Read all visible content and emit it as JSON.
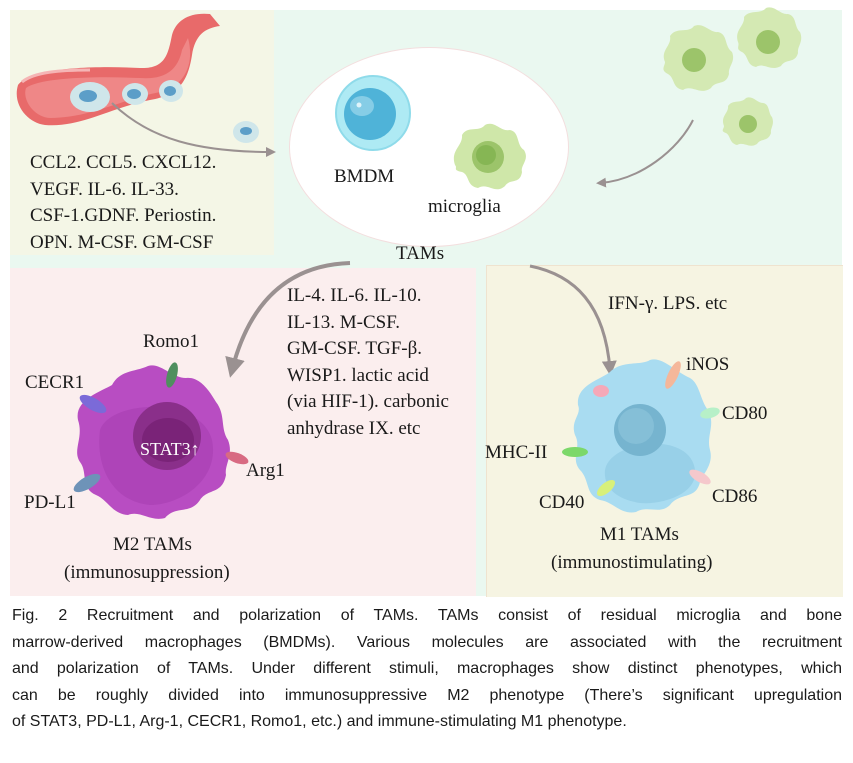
{
  "figure": {
    "recruitment_factors": [
      "CCL2. CCL5. CXCL12.",
      "VEGF. IL-6. IL-33.",
      "CSF-1.GDNF. Periostin.",
      "OPN. M-CSF. GM-CSF"
    ],
    "tams_group": {
      "bmdm_label": "BMDM",
      "microglia_label": "microglia",
      "group_label": "TAMs"
    },
    "m2": {
      "stimuli": [
        "IL-4. IL-6. IL-10.",
        "IL-13. M-CSF.",
        "GM-CSF. TGF-β.",
        "WISP1. lactic acid",
        "(via HIF-1). carbonic",
        "anhydrase IX. etc"
      ],
      "markers": {
        "romo1": "Romo1",
        "cecr1": "CECR1",
        "pdl1": "PD-L1",
        "arg1": "Arg1",
        "stat3": "STAT3↑"
      },
      "title": "M2 TAMs",
      "subtitle": "(immunosuppression)"
    },
    "m1": {
      "stimuli": "IFN-γ. LPS. etc",
      "markers": {
        "inos": "iNOS",
        "cd80": "CD80",
        "mhc2": "MHC-II",
        "cd86": "CD86",
        "cd40": "CD40"
      },
      "title": "M1 TAMs",
      "subtitle": "(immunostimulating)"
    },
    "colors": {
      "vessel": "#e86a6a",
      "bmdm": "#5bbfe0",
      "microglia": "#c9e3a0",
      "m2_cell": "#b64dc0",
      "m1_cell": "#a8dcf0",
      "arrow": "#9a9191"
    }
  },
  "caption": {
    "lines": [
      "Fig. 2 Recruitment and polarization of TAMs. TAMs consist of residual microglia and bone",
      "marrow-derived macrophages (BMDMs). Various molecules are associated with the recruitment",
      "and polarization of TAMs. Under different stimuli, macrophages show distinct phenotypes, which",
      "can be roughly divided into immunosuppressive M2 phenotype (There’s significant upregulation",
      "of STAT3, PD-L1, Arg-1, CECR1, Romo1, etc.) and immune-stimulating M1 phenotype."
    ]
  }
}
